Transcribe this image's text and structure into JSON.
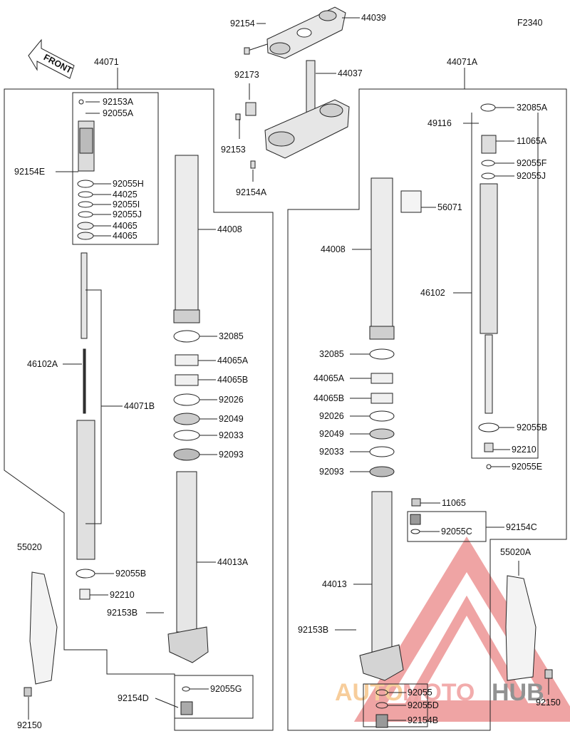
{
  "diagram_code": "F2340",
  "front_label": "FRONT",
  "watermark": {
    "auto": "AUTO",
    "moto": "MOTO",
    "hub": "HUB",
    "color_auto": "#f2a64a",
    "color_moto": "#e86a6a",
    "color_hub": "#3a3a3a",
    "logo_color": "#e25b5b"
  },
  "labels": {
    "p92154_top": "92154",
    "p44039": "44039",
    "p44071": "44071",
    "p44071A": "44071A",
    "p92173": "92173",
    "p44037": "44037",
    "p92153": "92153",
    "p92154A": "92154A",
    "p92153A": "92153A",
    "p92055A": "92055A",
    "p92154E": "92154E",
    "p92055H": "92055H",
    "p44025": "44025",
    "p92055I": "92055I",
    "p92055J_l": "92055J",
    "p44065_1": "44065",
    "p44065_2": "44065",
    "p44008_l": "44008",
    "p32085_l": "32085",
    "p44065A_l": "44065A",
    "p44065B_l": "44065B",
    "p92026_l": "92026",
    "p92049_l": "92049",
    "p92033_l": "92033",
    "p92093_l": "92093",
    "p46102A": "46102A",
    "p44071B": "44071B",
    "p44013A": "44013A",
    "p55020": "55020",
    "p92055B_l": "92055B",
    "p92210_l": "92210",
    "p92153B_l": "92153B",
    "p92055G": "92055G",
    "p92154D": "92154D",
    "p92150_l": "92150",
    "p32085A": "32085A",
    "p49116": "49116",
    "p11065A": "11065A",
    "p92055F": "92055F",
    "p92055J_r": "92055J",
    "p56071": "56071",
    "p44008_r": "44008",
    "p46102": "46102",
    "p32085_r": "32085",
    "p44065A_r": "44065A",
    "p44065B_r": "44065B",
    "p92026_r": "92026",
    "p92049_r": "92049",
    "p92033_r": "92033",
    "p92093_r": "92093",
    "p92055B_r": "92055B",
    "p92210_r": "92210",
    "p92055E": "92055E",
    "p11065": "11065",
    "p92154C": "92154C",
    "p92055C": "92055C",
    "p55020A": "55020A",
    "p44013": "44013",
    "p92153B_r": "92153B",
    "p92055": "92055",
    "p92055D": "92055D",
    "p92154B": "92154B",
    "p92150_r": "92150"
  }
}
